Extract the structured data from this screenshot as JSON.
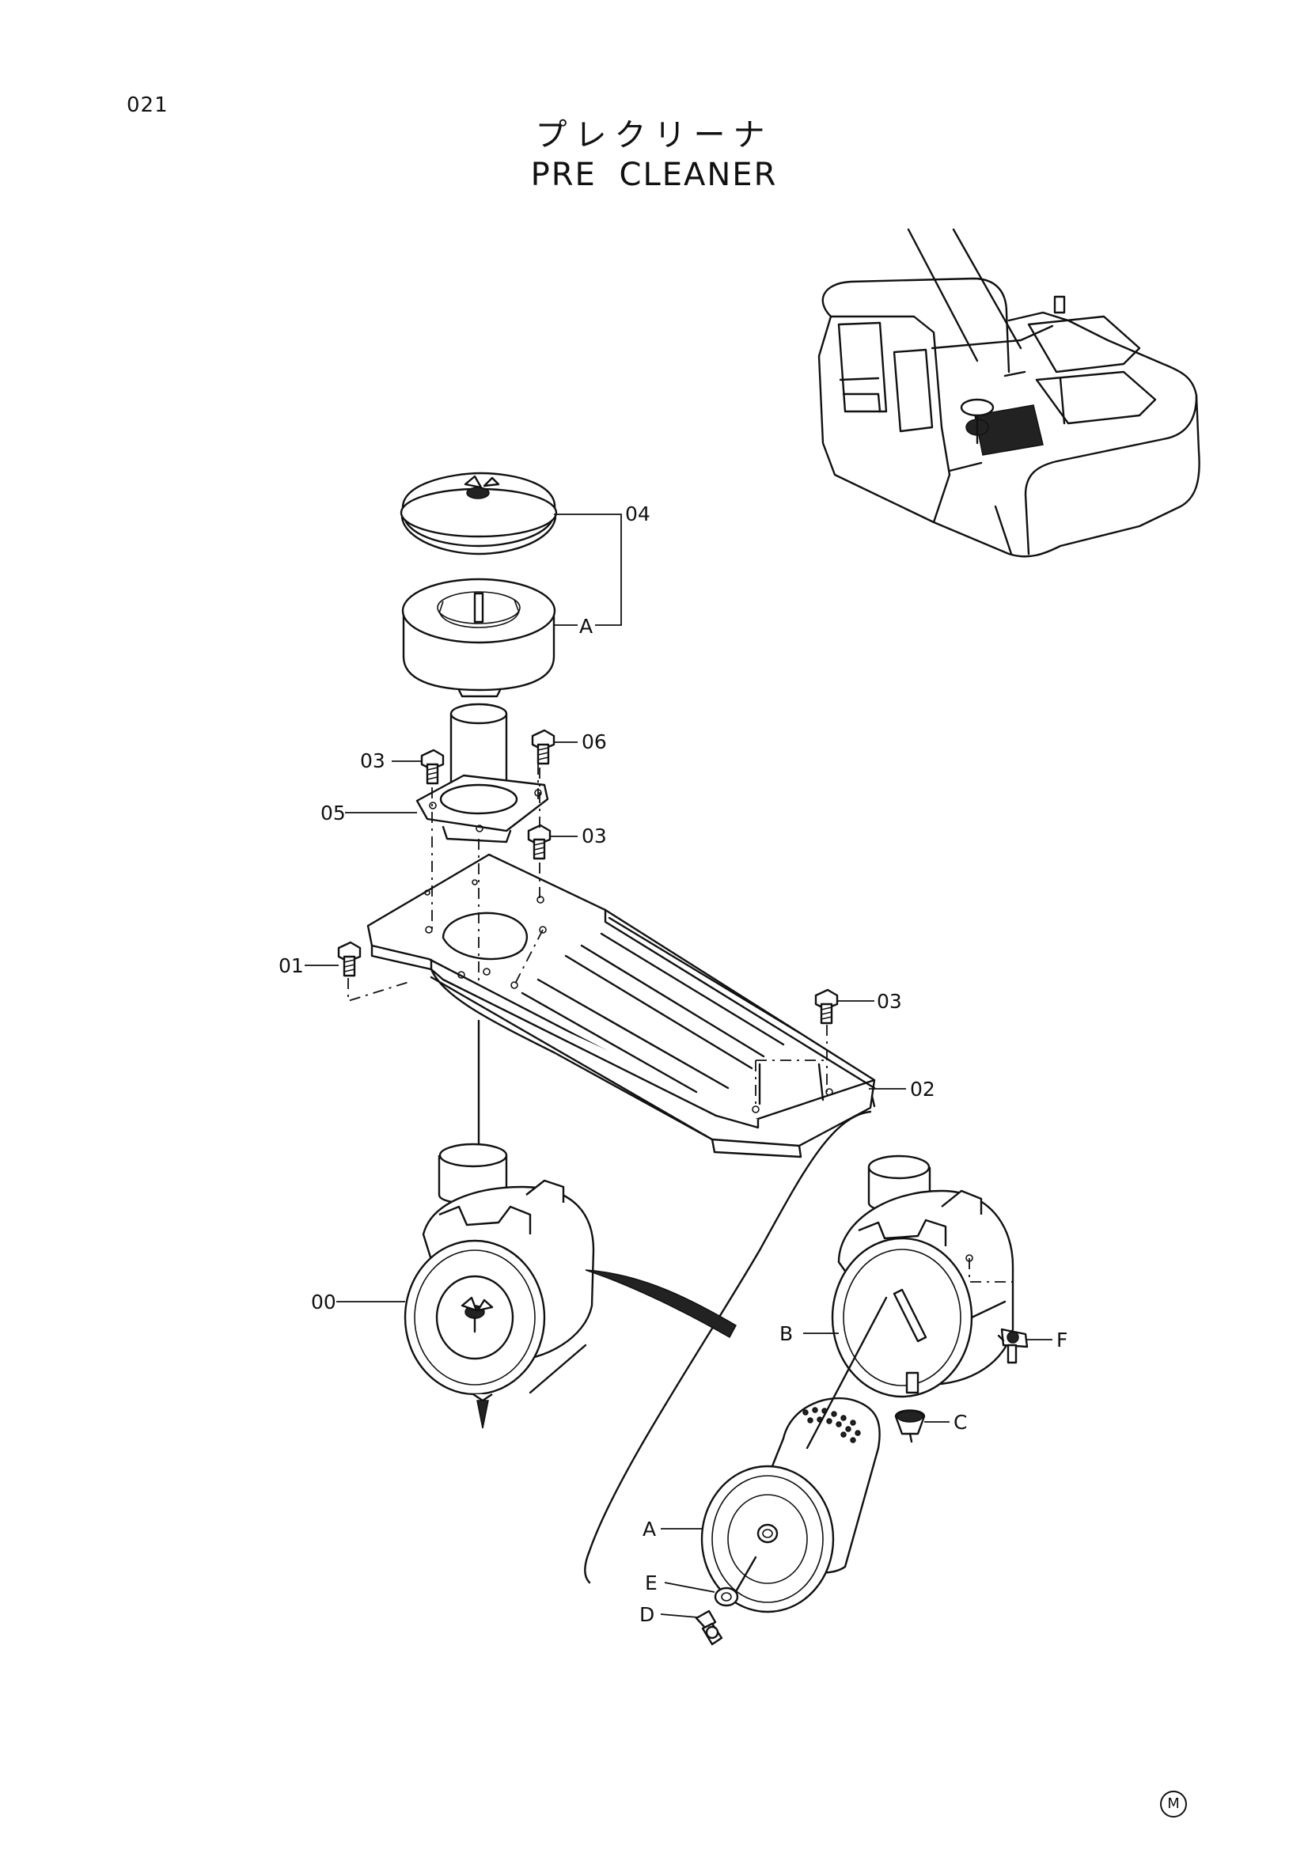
{
  "page_number": "021",
  "title_japanese": "プレクリーナ",
  "title_english": "PRE CLEANER",
  "callouts": {
    "c04": "04",
    "cA_top": "A",
    "c03_a": "03",
    "c06": "06",
    "c05": "05",
    "c03_b": "03",
    "c01": "01",
    "c03_c": "03",
    "c02": "02",
    "c00": "00",
    "cB": "B",
    "cF": "F",
    "cC": "C",
    "cA_detail": "A",
    "cE": "E",
    "cD": "D"
  },
  "corner_mark": "M"
}
